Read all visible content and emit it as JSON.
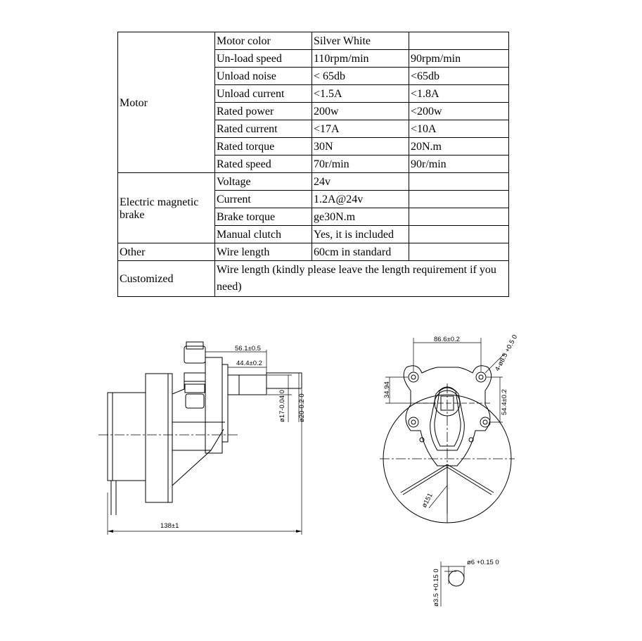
{
  "table": {
    "motor": {
      "category": "Motor",
      "rows": [
        {
          "param": "Motor color",
          "v1": "Silver White",
          "v2": ""
        },
        {
          "param": "Un-load speed",
          "v1": "110rpm/min",
          "v2": "90rpm/min"
        },
        {
          "param": "Unload noise",
          "v1": "< 65db",
          "v2": "<65db"
        },
        {
          "param": "Unload current",
          "v1": "<1.5A",
          "v2": "<1.8A"
        },
        {
          "param": "Rated power",
          "v1": "200w",
          "v2": "<200w"
        },
        {
          "param": "Rated current",
          "v1": "<17A",
          "v2": "<10A"
        },
        {
          "param": "Rated torque",
          "v1": "30N",
          "v2": "20N.m"
        },
        {
          "param": "Rated speed",
          "v1": "70r/min",
          "v2": "90r/min"
        }
      ]
    },
    "brake": {
      "category": "Electric magnetic brake",
      "rows": [
        {
          "param": "Voltage",
          "v1": "24v",
          "v2": ""
        },
        {
          "param": "Current",
          "v1": "1.2A@24v",
          "v2": ""
        },
        {
          "param": "Brake torque",
          "v1": "ge30N.m",
          "v2": ""
        },
        {
          "param": "Manual clutch",
          "v1": "Yes, it is included",
          "v2": ""
        }
      ]
    },
    "other": {
      "category": "Other",
      "param": "Wire length",
      "v1": "60cm in standard",
      "v2": ""
    },
    "customized": {
      "category": "Customized",
      "text": "Wire length (kindly please leave the length requirement if you need)"
    }
  },
  "drawing_side": {
    "dim_total_length": "138±1",
    "dim_shaft_56": "56.1±0.5",
    "dim_shaft_44": "44.4±0.2",
    "dim_d17": "ø17-0.04 0",
    "dim_d20": "ø20-0.2 0"
  },
  "drawing_front": {
    "dim_hole_spacing": "86.6±0.2",
    "dim_holes": "4-ø8.5 +0.5 0",
    "dim_34": "34.94",
    "dim_54": "54.4±0.2",
    "dim_diam": "ø151"
  },
  "drawing_detail": {
    "dim_d6": "ø6 +0.15 0",
    "dim_d35": "ø3.5 +0.15 0"
  }
}
